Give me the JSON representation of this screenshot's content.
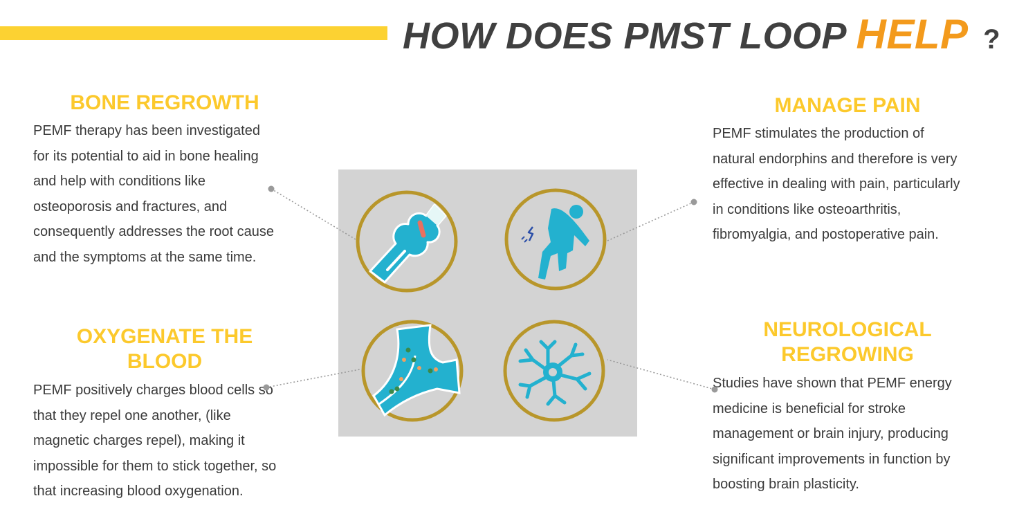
{
  "title": {
    "prefix": "HOW DOES PMST LOOP",
    "highlight": "HELP",
    "suffix": "?"
  },
  "sections": {
    "bone": {
      "heading": "BONE REGROWTH",
      "lines": [
        "PEMF therapy has been investigated",
        "for its potential to aid in bone healing",
        "and help with conditions like",
        "osteoporosis and fractures, and",
        "consequently addresses the root cause",
        "and the symptoms at the same time."
      ]
    },
    "oxygen": {
      "heading_lines": [
        "OXYGENATE THE",
        "BLOOD"
      ],
      "lines": [
        "PEMF positively charges blood cells so",
        "that they repel one another, (like",
        "magnetic charges repel), making it",
        "impossible for them to stick together, so",
        "that increasing blood oxygenation."
      ]
    },
    "pain": {
      "heading": "MANAGE PAIN",
      "lines": [
        "PEMF stimulates the production of",
        "natural endorphins and therefore is very",
        "effective in dealing with pain, particularly",
        "in conditions like osteoarthritis,",
        "fibromyalgia, and postoperative pain."
      ]
    },
    "neuro": {
      "heading_lines": [
        "NEUROLOGICAL",
        "REGROWING"
      ],
      "lines": [
        "Studies have shown that PEMF energy",
        "medicine is beneficial for stroke",
        "management or brain injury, producing",
        "significant improvements in function by",
        "boosting brain plasticity."
      ]
    }
  },
  "icons": [
    "bone-icon",
    "knee-pain-icon",
    "blood-vessel-icon",
    "neuron-icon"
  ],
  "colors": {
    "accent_bar": "#fcd232",
    "heading": "#fcc92c",
    "highlight": "#f39a1c",
    "title": "#404040",
    "icon_ring": "#b8962a",
    "icon_fill": "#23b1cf",
    "panel": "#d3d3d3"
  }
}
